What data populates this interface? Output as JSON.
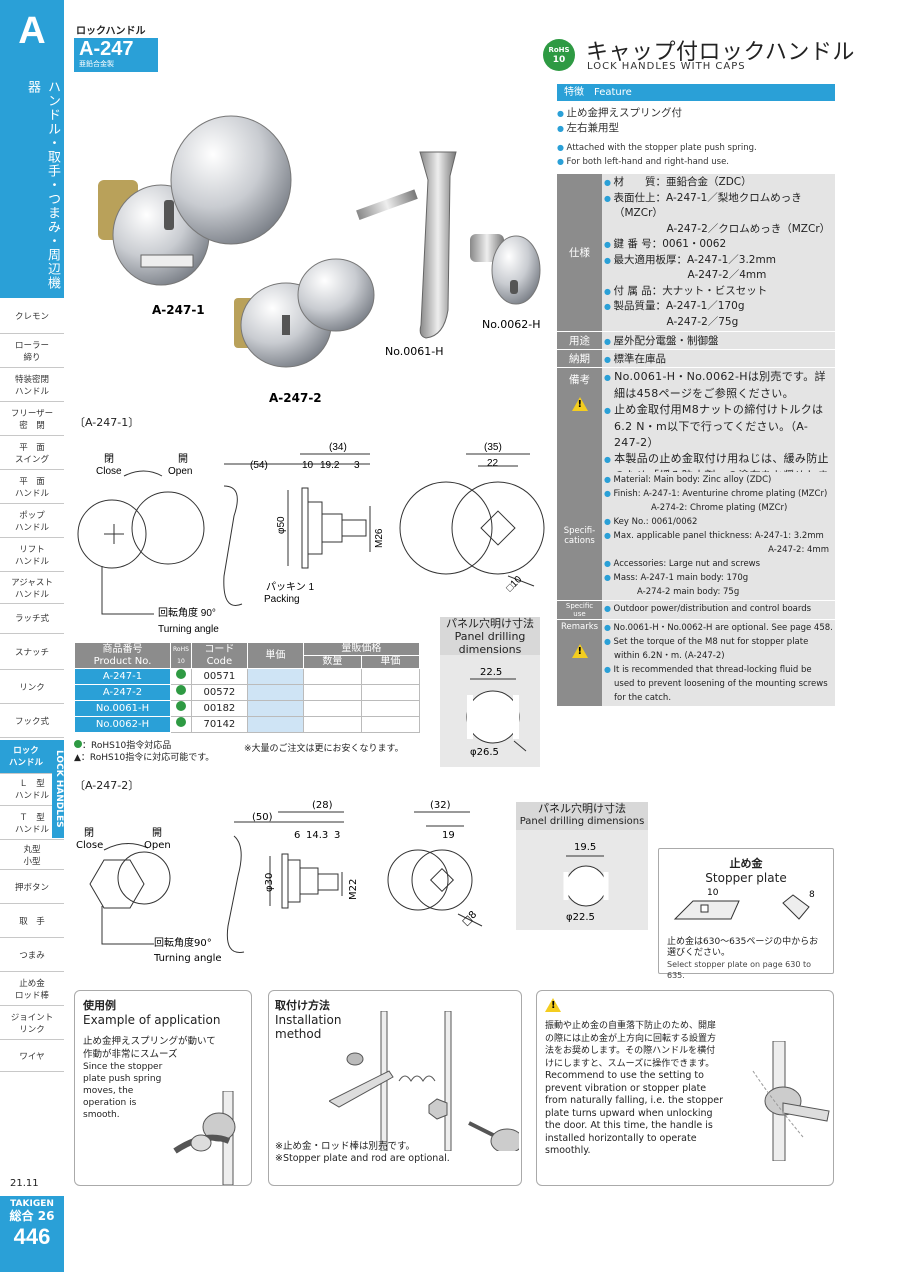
{
  "sidebar": {
    "letter": "A",
    "vertical_title": "ハンドル・取手・つまみ・周辺機器",
    "items": [
      {
        "label": "クレモン"
      },
      {
        "label": "ローラー\n締り"
      },
      {
        "label": "特装密閉\nハンドル"
      },
      {
        "label": "フリーザー\n密　閉"
      },
      {
        "label": "平　面\nスイング"
      },
      {
        "label": "平　面\nハンドル"
      },
      {
        "label": "ポップ\nハンドル"
      },
      {
        "label": "リフト\nハンドル"
      },
      {
        "label": "アジャスト\nハンドル"
      },
      {
        "label": "ラッチ式"
      },
      {
        "label": "スナッチ"
      },
      {
        "label": "リンク"
      },
      {
        "label": "フック式"
      },
      {
        "label": "ロック\nハンドル"
      },
      {
        "label": "Ｌ　型\nハンドル"
      },
      {
        "label": "Ｔ　型\nハンドル"
      },
      {
        "label": "丸型\n小型"
      },
      {
        "label": "押ボタン"
      },
      {
        "label": "取　手"
      },
      {
        "label": "つまみ"
      },
      {
        "label": "止め金\nロッド棒"
      },
      {
        "label": "ジョイント\nリンク"
      },
      {
        "label": "ワイヤ"
      }
    ],
    "lock_handles_tab": "LOCK HANDLES",
    "date": "21.11",
    "brand": "TAKIGEN",
    "catalog": "総合",
    "catalog_no": "26",
    "page_number": "446"
  },
  "header": {
    "category": "ロックハンドル",
    "model": "A-247",
    "material": "亜鉛合金製",
    "rohs_line1": "RoHS",
    "rohs_line2": "10",
    "title_jp": "キャップ付ロックハンドル",
    "title_en": "LOCK HANDLES WITH CAPS"
  },
  "photos": {
    "label1": "A-247-1",
    "label2": "A-247-2",
    "label3": "No.0061-H",
    "label4": "No.0062-H",
    "stamp": "A-247-1"
  },
  "feature": {
    "bar_jp": "特徴",
    "bar_en": "Feature",
    "jp": [
      "止め金押えスプリング付",
      "左右兼用型"
    ],
    "en": [
      "Attached with the stopper plate push spring.",
      "For both left-hand and right-hand use."
    ]
  },
  "spec_jp": {
    "label_spec": "仕様",
    "rows": [
      "材　　質：亜鉛合金（ZDC）",
      "表面仕上：A-247-1／梨地クロムめっき（MZCr）",
      "　　　　　A-247-2／クロムめっき（MZCr）",
      "鍵 番 号：0061・0062",
      "最大適用板厚：A-247-1／3.2mm",
      "　　　　　　　A-247-2／4mm",
      "付 属 品：大ナット・ビスセット",
      "製品質量：A-247-1／170g",
      "　　　　　A-247-2／75g"
    ],
    "label_use": "用途",
    "use": "屋外配分電盤・制御盤",
    "label_delivery": "納期",
    "delivery": "標準在庫品",
    "label_remarks": "備考",
    "remarks": [
      "No.0061-H・No.0062-Hは別売です。詳細は458ページをご参照ください。",
      "止め金取付用M8ナットの締付けトルクは6.2 N・m以下で行ってください。（A-247-2）",
      "本製品の止め金取付け用ねじは、緩み防止のため「緩み防止剤」の塗布をお奨めします。"
    ]
  },
  "spec_en": {
    "label_spec": "Specifi-\ncations",
    "rows": [
      "Material: Main body: Zinc alloy (ZDC)",
      "Finish: A-247-1: Aventurine chrome plating (MZCr)",
      "　　A-274-2: Chrome plating (MZCr)",
      "Key No.: 0061/0062",
      "Max. applicable panel thickness: A-247-1: 3.2mm",
      "　　　　　　　　　　A-247-2: 4mm",
      "Accessories: Large nut and screws",
      "Mass: A-247-1 main body: 170g",
      "　　A-274-2 main body: 75g"
    ],
    "label_use": "Specific use",
    "use": "Outdoor power/distribution and control boards",
    "label_remarks": "Remarks",
    "remarks": [
      "No.0061-H・No.0062-H are optional. See page 458.",
      "Set the torque of the M8 nut for stopper plate within 6.2N・m. (A-247-2)",
      "It is recommended that thread-locking fluid be used to prevent loosening of the mounting screws for the catch."
    ]
  },
  "drawing1": {
    "section": "〔A-247-1〕",
    "close_jp": "閉",
    "close_en": "Close",
    "open_jp": "開",
    "open_en": "Open",
    "angle_jp": "回転角度 90°",
    "angle_en": "Turning angle",
    "dim_54": "(54)",
    "dim_34": "(34)",
    "dim_10": "10",
    "dim_19_2": "19.2",
    "dim_3": "3",
    "dim_35": "(35)",
    "dim_22": "22",
    "dim_phi50": "φ50",
    "dim_m26": "M26",
    "packing_jp": "パッキン 1",
    "packing_en": "Packing",
    "dim_sq10": "□10",
    "drill_jp": "パネル穴明け寸法",
    "drill_en1": "Panel drilling",
    "drill_en2": "dimensions",
    "drill_22_5": "22.5",
    "drill_phi26_5": "φ26.5"
  },
  "product_table": {
    "h_product_jp": "商品番号",
    "h_product_en": "Product No.",
    "h_rohs": "RoHS 10",
    "h_code_jp": "コード",
    "h_code_en": "Code",
    "h_price": "単価",
    "h_bulk": "量販価格",
    "h_qty": "数量",
    "h_unit": "単価",
    "rows": [
      {
        "product": "A-247-1",
        "code": "00571"
      },
      {
        "product": "A-247-2",
        "code": "00572"
      },
      {
        "product": "No.0061-H",
        "code": "00182"
      },
      {
        "product": "No.0062-H",
        "code": "70142"
      }
    ],
    "note_rohs": "：RoHS10指令対応品",
    "note_rohs_ready": "▲：RoHS10指令に対応可能です。",
    "note_bulk": "※大量のご注文は更にお安くなります。"
  },
  "drawing2": {
    "section": "〔A-247-2〕",
    "close_jp": "閉",
    "close_en": "Close",
    "open_jp": "開",
    "open_en": "Open",
    "angle_jp": "回転角度90°",
    "angle_en": "Turning angle",
    "dim_50": "(50)",
    "dim_28": "(28)",
    "dim_6": "6",
    "dim_14_3": "14.3",
    "dim_3": "3",
    "dim_32": "(32)",
    "dim_19": "19",
    "dim_phi30": "φ30",
    "dim_m22": "M22",
    "dim_sq8": "□8",
    "drill_jp": "パネル穴明け寸法",
    "drill_en": "Panel drilling dimensions",
    "drill_19_5": "19.5",
    "drill_phi22_5": "φ22.5",
    "stopper_jp": "止め金",
    "stopper_en": "Stopper plate",
    "st_dim_10": "10",
    "st_dim_8": "8",
    "stopper_note_jp": "止め金は630～635ページの中からお選びください。",
    "stopper_note_en": "Select stopper plate on page 630 to 635."
  },
  "boxes": {
    "app_jp": "使用例",
    "app_en": "Example of application",
    "app_text_jp": "止め金押えスプリングが動いて作動が非常にスムーズ",
    "app_text_en": "Since the stopper plate push spring moves, the operation is smooth.",
    "inst_jp": "取付け方法",
    "inst_en1": "Installation",
    "inst_en2": "method",
    "inst_note_jp": "※止め金・ロッド棒は別売です。",
    "inst_note_en": "※Stopper plate and rod are optional.",
    "warn_jp": "振動や止め金の自重落下防止のため、開扉の際には止め金が上方向に回転する設置方法をお奨めします。その際ハンドルを横付けにしますと、スムーズに操作できます。",
    "warn_en": "Recommend to use the setting to prevent vibration or stopper plate from naturally falling, i.e. the stopper plate turns upward when unlocking the door. At this time, the handle is installed horizontally to operate smoothly."
  }
}
